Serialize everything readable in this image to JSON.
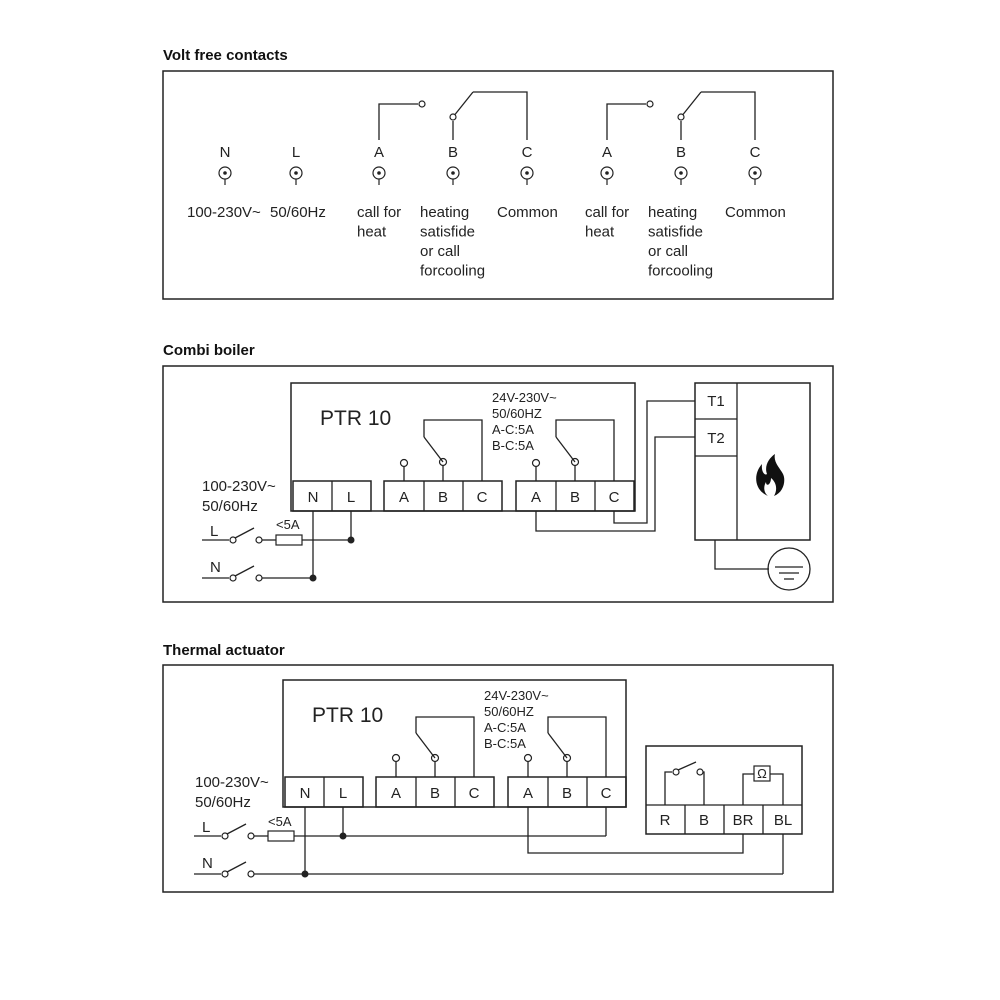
{
  "sections": [
    {
      "title": "Volt free contacts"
    },
    {
      "title": "Combi boiler"
    },
    {
      "title": "Thermal actuator"
    }
  ],
  "volt_free": {
    "terminals": [
      {
        "letter": "N",
        "desc": [
          "100-230V~"
        ]
      },
      {
        "letter": "L",
        "desc": [
          "50/60Hz"
        ]
      },
      {
        "letter": "A",
        "desc": [
          "call for",
          "heat"
        ]
      },
      {
        "letter": "B",
        "desc": [
          "heating",
          "satisfide",
          "or call",
          "forcooling"
        ]
      },
      {
        "letter": "C",
        "desc": [
          "Common"
        ]
      },
      {
        "letter": "A",
        "desc": [
          "call for",
          "heat"
        ]
      },
      {
        "letter": "B",
        "desc": [
          "heating",
          "satisfide",
          "or call",
          "forcooling"
        ]
      },
      {
        "letter": "C",
        "desc": [
          "Common"
        ]
      }
    ]
  },
  "combi": {
    "device": "PTR 10",
    "rating": [
      "24V-230V~",
      "50/60HZ",
      "A-C:5A",
      "B-C:5A"
    ],
    "supply": [
      "100-230V~",
      "50/60Hz"
    ],
    "terminals": [
      "N",
      "L",
      "A",
      "B",
      "C",
      "A",
      "B",
      "C"
    ],
    "switch_L": "L",
    "switch_N": "N",
    "fuse": "<5A",
    "boiler_terminals": [
      "T1",
      "T2"
    ],
    "flame_icon": "flame-icon",
    "ground_icon": "ground-icon"
  },
  "thermal": {
    "device": "PTR 10",
    "rating": [
      "24V-230V~",
      "50/60HZ",
      "A-C:5A",
      "B-C:5A"
    ],
    "supply": [
      "100-230V~",
      "50/60Hz"
    ],
    "terminals": [
      "N",
      "L",
      "A",
      "B",
      "C",
      "A",
      "B",
      "C"
    ],
    "switch_L": "L",
    "switch_N": "N",
    "fuse": "<5A",
    "actuator_terminals": [
      "R",
      "B",
      "BR",
      "BL"
    ],
    "ohm_symbol": "Ω"
  }
}
